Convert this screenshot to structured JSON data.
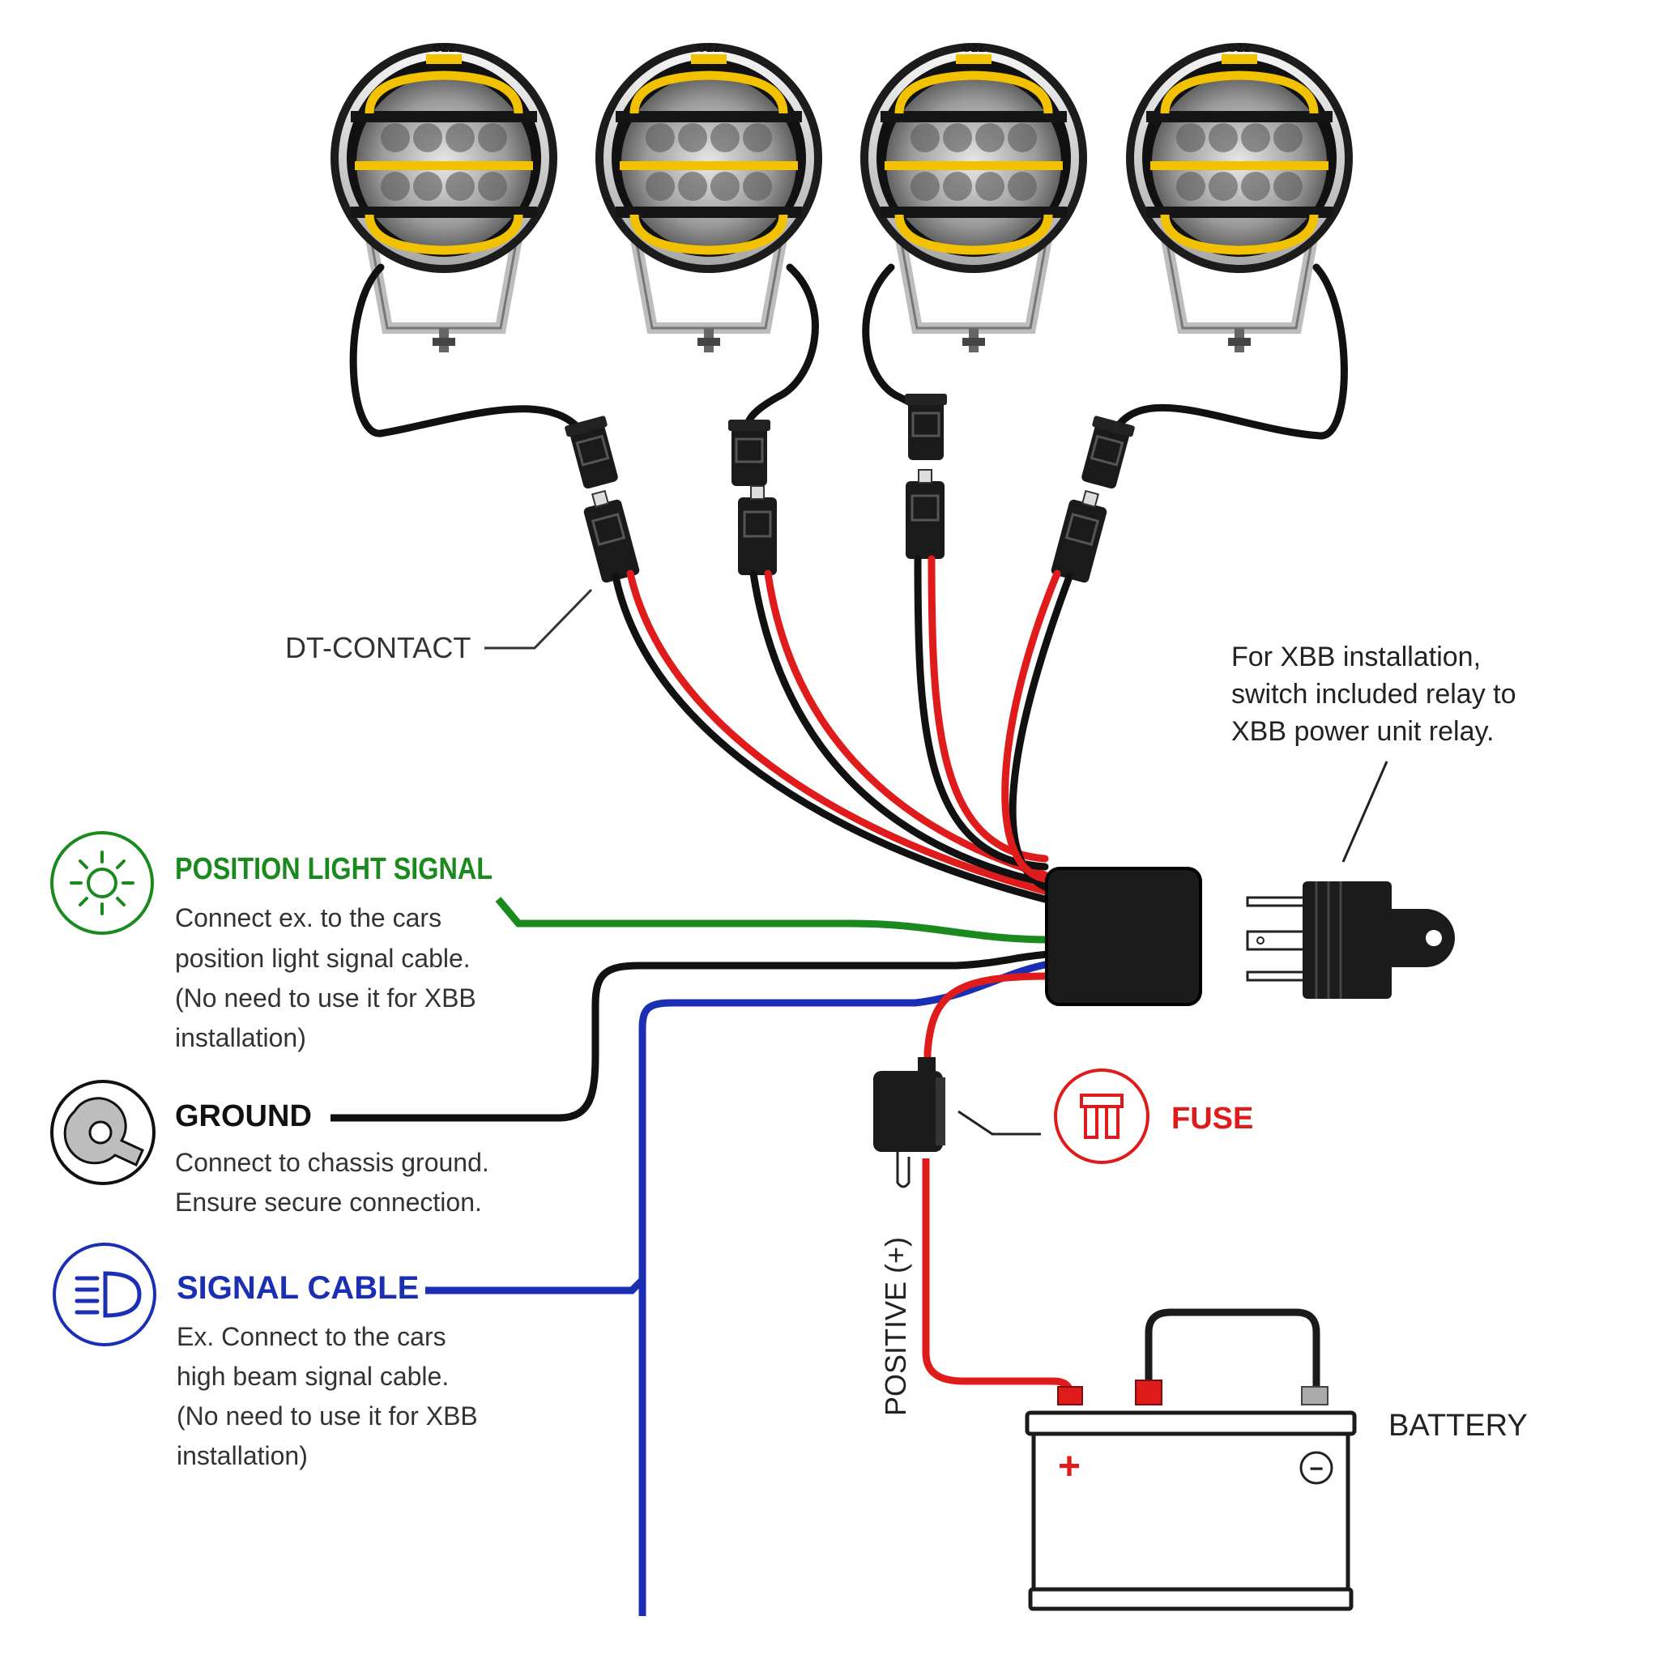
{
  "colors": {
    "green": "#1a8a1f",
    "blue": "#1b2fb5",
    "red": "#e01b1b",
    "black": "#111111",
    "yellow": "#f2c200",
    "text": "#333333"
  },
  "lamps": [
    {
      "brand": "OZZ"
    },
    {
      "brand": "OZZ"
    },
    {
      "brand": "OZZ"
    },
    {
      "brand": "OZZ"
    }
  ],
  "labels": {
    "dt_contact": "DT-CONTACT",
    "relay_note_1": "For XBB installation,",
    "relay_note_2": "switch included relay to",
    "relay_note_3": "XBB power unit relay.",
    "fuse": "FUSE",
    "positive": "POSITIVE (+)",
    "battery": "BATTERY",
    "battery_plus": "+",
    "battery_minus": "−"
  },
  "legend": {
    "position": {
      "title": "POSITION LIGHT SIGNAL",
      "line1": "Connect ex. to the cars",
      "line2": "position light signal cable.",
      "line3": "(No need to use it for XBB",
      "line4": "installation)",
      "icon": "sun-icon"
    },
    "ground": {
      "title": "GROUND",
      "line1": "Connect to chassis ground.",
      "line2": "Ensure secure connection.",
      "icon": "ring-terminal-icon"
    },
    "signal": {
      "title": "SIGNAL CABLE",
      "line1": "Ex. Connect to the cars",
      "line2": "high beam signal cable.",
      "line3": "(No need to use it for XBB",
      "line4": "installation)",
      "icon": "high-beam-icon"
    }
  }
}
